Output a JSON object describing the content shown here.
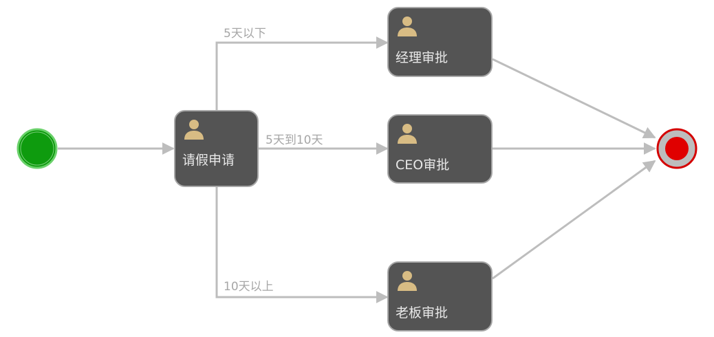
{
  "process": {
    "start_event": {
      "color": "#0e9b0e",
      "border_color": "#6bd16b"
    },
    "end_event": {
      "color": "#e00000",
      "ring_color": "#bdbdbd",
      "border_color": "#d40000"
    },
    "task_color": "#545454",
    "icon_color": "#d8bc84",
    "flow_color": "#bdbdbd",
    "tasks": {
      "apply": {
        "label": "请假申请",
        "icon": "user-icon"
      },
      "manager": {
        "label": "经理审批",
        "icon": "user-icon"
      },
      "ceo": {
        "label": "CEO审批",
        "icon": "user-icon"
      },
      "boss": {
        "label": "老板审批",
        "icon": "user-icon"
      }
    },
    "conditions": {
      "under5": "5天以下",
      "between5and10": "5天到10天",
      "over10": "10天以上"
    }
  }
}
